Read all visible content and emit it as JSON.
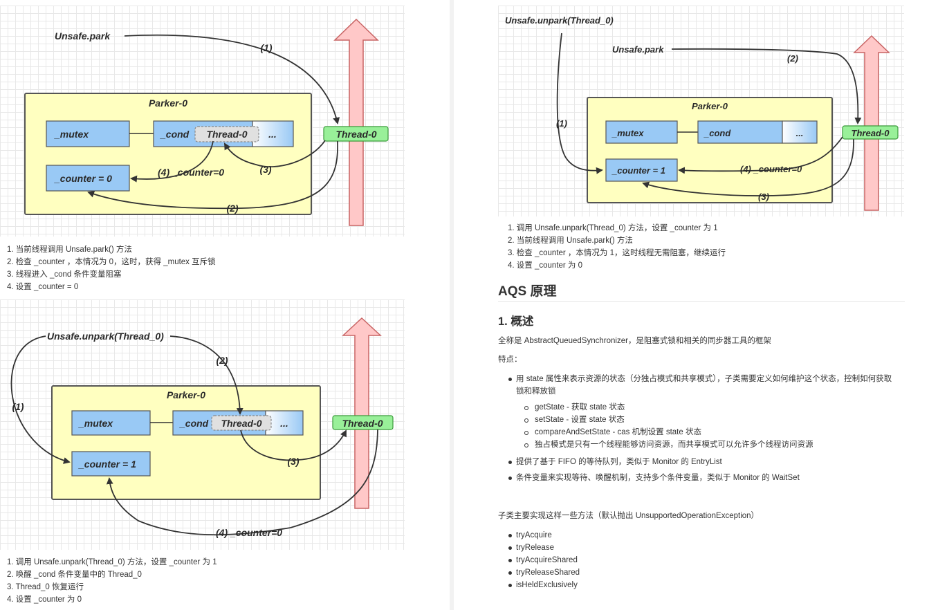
{
  "left_page": {
    "figure1": {
      "unsafe_park": "Unsafe.park",
      "parker": "Parker-0",
      "mutex": "_mutex",
      "cond": "_cond",
      "cond_thread": "Thread-0",
      "ellipsis": "...",
      "counter": "_counter = 0",
      "thread": "Thread-0",
      "label_1": "(1)",
      "label_2": "(2)",
      "label_3": "(3)",
      "label_4": "(4) _counter=0"
    },
    "steps1": [
      "1. 当前线程调用 Unsafe.park() 方法",
      "2. 检查 _counter ，本情况为 0，这时，获得 _mutex 互斥锁",
      "3. 线程进入 _cond 条件变量阻塞",
      "4. 设置 _counter = 0"
    ],
    "figure2": {
      "unsafe_unpark": "Unsafe.unpark(Thread_0)",
      "parker": "Parker-0",
      "mutex": "_mutex",
      "cond": "_cond",
      "cond_thread": "Thread-0",
      "ellipsis": "...",
      "counter": "_counter = 1",
      "thread": "Thread-0",
      "label_1": "(1)",
      "label_2": "(2)",
      "label_3": "(3)",
      "label_4": "(4) _counter=0"
    },
    "steps2": [
      "1. 调用 Unsafe.unpark(Thread_0) 方法，设置 _counter 为 1",
      "2. 唤醒 _cond 条件变量中的 Thread_0",
      "3. Thread_0 恢复运行",
      "4. 设置 _counter 为 0"
    ]
  },
  "right_page": {
    "figure3": {
      "unsafe_unpark": "Unsafe.unpark(Thread_0)",
      "unsafe_park": "Unsafe.park",
      "parker": "Parker-0",
      "mutex": "_mutex",
      "cond": "_cond",
      "ellipsis": "...",
      "counter": "_counter = 1",
      "thread": "Thread-0",
      "label_1": "(1)",
      "label_2": "(2)",
      "label_3": "(3)",
      "label_4": "(4) _counter=0"
    },
    "steps3": [
      "1. 调用 Unsafe.unpark(Thread_0) 方法，设置 _counter 为 1",
      "2. 当前线程调用 Unsafe.park() 方法",
      "3. 检查 _counter ，本情况为 1，这时线程无需阻塞，继续运行",
      "4. 设置 _counter 为 0"
    ],
    "heading_aqs": "AQS 原理",
    "heading_overview": "1. 概述",
    "intro": "全称是 AbstractQueuedSynchronizer，是阻塞式锁和相关的同步器工具的框架",
    "features_label": "特点：",
    "features": [
      "用 state 属性来表示资源的状态（分独占模式和共享模式），子类需要定义如何维护这个状态，控制如何获取",
      "锁和释放锁"
    ],
    "sub_features": [
      "getState - 获取 state 状态",
      "setState - 设置 state 状态",
      "compareAndSetState - cas 机制设置 state 状态",
      "独占模式是只有一个线程能够访问资源，而共享模式可以允许多个线程访问资源"
    ],
    "feature_fifo": "提供了基于 FIFO 的等待队列，类似于 Monitor 的 EntryList",
    "feature_cond": "条件变量来实现等待、唤醒机制，支持多个条件变量，类似于 Monitor 的 WaitSet",
    "methods_intro": "子类主要实现这样一些方法（默认抛出 UnsupportedOperationException）",
    "methods": [
      "tryAcquire",
      "tryRelease",
      "tryAcquireShared",
      "tryReleaseShared",
      "isHeldExclusively"
    ]
  }
}
